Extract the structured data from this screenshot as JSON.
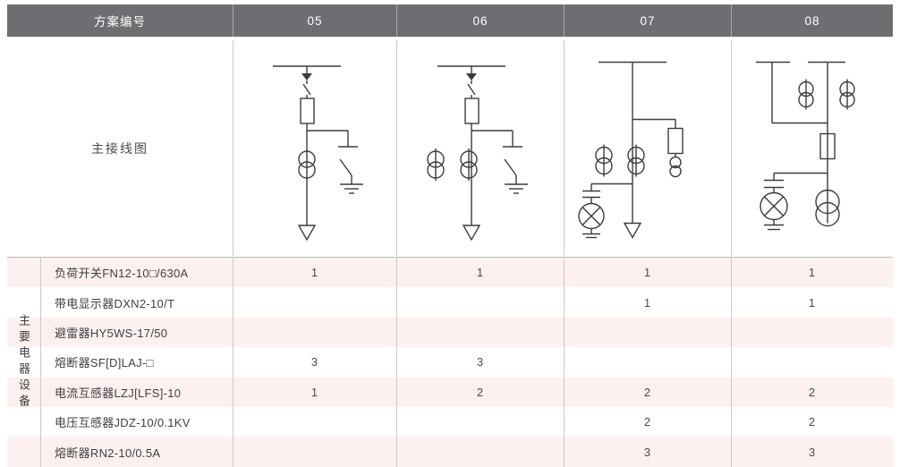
{
  "header": {
    "row_title": "方案编号",
    "columns": [
      "05",
      "06",
      "07",
      "08"
    ],
    "background_color": "#6d6e71",
    "text_color": "#ffffff"
  },
  "diagram_row": {
    "label": "主接线图"
  },
  "group": {
    "label": "主要电器设备"
  },
  "table": {
    "stripe_color": "#fdf1f0",
    "rows": [
      {
        "label": "负荷开关FN12-10□/630A",
        "values": [
          "1",
          "1",
          "1",
          "1"
        ]
      },
      {
        "label": "带电显示器DXN2-10/T",
        "values": [
          "",
          "",
          "1",
          "1"
        ]
      },
      {
        "label": "避雷器HY5WS-17/50",
        "values": [
          "",
          "",
          "",
          ""
        ]
      },
      {
        "label": "熔断器SF[D]LAJ-□",
        "values": [
          "3",
          "3",
          "",
          ""
        ]
      },
      {
        "label": "电流互感器LZJ[LFS]-10",
        "values": [
          "1",
          "2",
          "2",
          "2"
        ]
      },
      {
        "label": "电压互感器JDZ-10/0.1KV",
        "values": [
          "",
          "",
          "2",
          "2"
        ]
      },
      {
        "label": "熔断器RN2-10/0.5A",
        "values": [
          "",
          "",
          "3",
          "3"
        ]
      }
    ]
  },
  "schematics": {
    "col05": "busbar with load-break switch, fuse, current transformer and outgoing cable plus earthing switch branch",
    "col06": "busbar with load-break switch, fuse, two current transformers and outgoing cable plus earthing switch branch",
    "col07": "busbar with two current transformers, fuse and voltage transformer branch, arrester with capacitor and outgoing cable",
    "col08": "busbar with two current transformers, fuse, arrester with capacitor and voltage transformer"
  }
}
